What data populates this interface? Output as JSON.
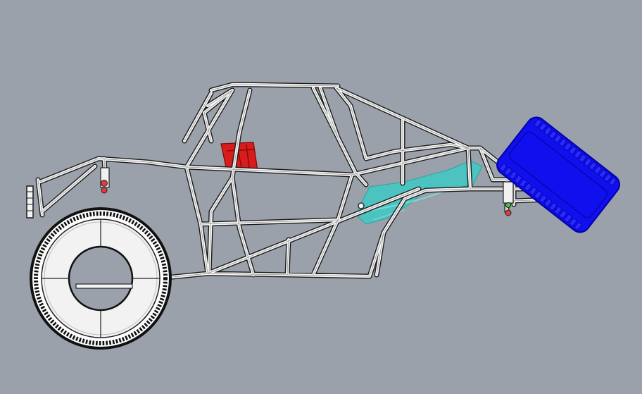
{
  "viewport": {
    "background": "#9aa1aa"
  },
  "colors": {
    "tube_outline": "#1a1a1a",
    "tube_fill": "#f4f4f4",
    "seat": "#d81c1c",
    "fuel_cell": "#3ec9c4",
    "rear_tire": "#1010ee",
    "front_tire": "#151515",
    "shock_mount": "#e03a3a"
  },
  "components": [
    {
      "name": "tube-frame-chassis",
      "icon": "roll-cage"
    },
    {
      "name": "front-tire",
      "icon": "tire"
    },
    {
      "name": "rear-tire",
      "icon": "tire"
    },
    {
      "name": "seat",
      "icon": "seat"
    },
    {
      "name": "fuel-cell",
      "icon": "tank"
    },
    {
      "name": "front-shock-mount",
      "icon": "shock"
    },
    {
      "name": "rear-shock-mount",
      "icon": "shock"
    },
    {
      "name": "front-bumper",
      "icon": "bumper"
    }
  ]
}
